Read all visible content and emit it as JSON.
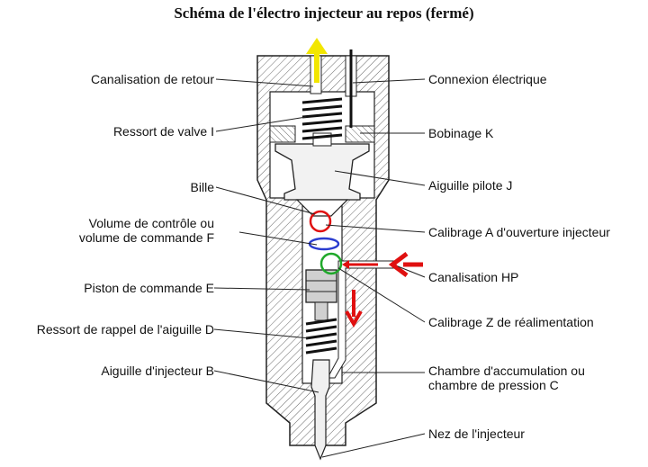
{
  "title": "Schéma de l'électro injecteur au repos (fermé)",
  "labels_left": {
    "canalisation_retour": "Canalisation de retour",
    "ressort_valve": "Ressort de valve I",
    "bille": "Bille",
    "volume_controle_1": "Volume de contrôle ou",
    "volume_controle_2": "volume de commande F",
    "piston_commande": "Piston de commande E",
    "ressort_rappel": "Ressort de rappel de l'aiguille D",
    "aiguille_injecteur": "Aiguille d'injecteur B"
  },
  "labels_right": {
    "connexion_electrique": "Connexion électrique",
    "bobinage": "Bobinage K",
    "aiguille_pilote": "Aiguille pilote J",
    "calibrage_a": "Calibrage A d'ouverture injecteur",
    "canalisation_hp": "Canalisation HP",
    "calibrage_z": "Calibrage Z de réalimentation",
    "chambre_1": "Chambre d'accumulation ou",
    "chambre_2": "chambre de pression C",
    "nez": "Nez de l'injecteur"
  },
  "colors": {
    "return_arrow": "#f2e600",
    "flow_arrow": "#e01010",
    "marker_red": "#e01010",
    "marker_blue": "#2a3ccf",
    "marker_green": "#1fa82a",
    "hatch": "#555555"
  }
}
